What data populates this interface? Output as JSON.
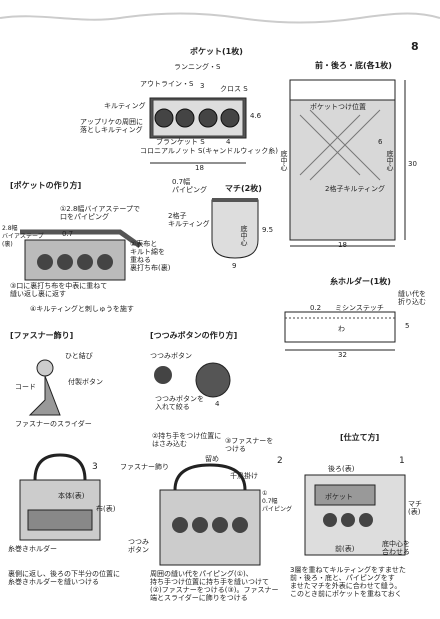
{
  "page_number": "8",
  "pocket": {
    "title": "ポケット(1枚)",
    "labels": {
      "running": "ランニング・S",
      "outline": "アウトライン・S",
      "cross": "クロス S",
      "quilting": "キルティング",
      "applique": "アップリケの周囲に\n落としキルティング",
      "blanket": "ブランケット S",
      "colonial": "コロニアルノット S(キャンドルウィック糸)"
    },
    "dims": {
      "w": "18",
      "h": "4.6",
      "a": "3",
      "b": "4"
    }
  },
  "front_back": {
    "title": "前・後ろ・底(各1枚)",
    "pocket_pos": "ポケットつけ位置",
    "grid_quilt": "2格子キルティング",
    "center": "底中心",
    "center2": "底中心",
    "w": "18",
    "h": "30",
    "six": "6"
  },
  "how_pocket": {
    "title": "[ポケットの作り方]",
    "step1": "①2.8幅バイアステープで\n口をパイピング",
    "step2": "②表布と\nキルト綿を\n重ねる\n裏打ち布(裏)",
    "step3": "③口に裏打ち布を中表に重ねて\n縫い返し裏に返す",
    "step4": "④キルティングと刺しゅうを施す",
    "bias": "2.8幅\nバイアステープ\n(裏)",
    "dim": "0.7"
  },
  "gusset": {
    "title": "マチ(2枚)",
    "piping": "0.7幅\nパイピング",
    "grid": "2格子\nキルティング",
    "center": "底中心",
    "w": "9",
    "h": "9.5"
  },
  "thread_holder": {
    "title": "糸ホルダー(1枚)",
    "machine": "ミシンステッチ",
    "fold": "縫い代を\n折り込む",
    "wa": "わ",
    "w": "32",
    "h": "5",
    "d": "0.2"
  },
  "fastener": {
    "title": "[ファスナー飾り]",
    "knot": "ひと結び",
    "cord": "コード",
    "button": "付製ボタン",
    "slider": "ファスナーのスライダー"
  },
  "covered_button": {
    "title": "[つつみボタンの作り方]",
    "button": "つつみボタン",
    "insert": "つつみボタンを\n入れて絞る",
    "dim": "4"
  },
  "assembly": {
    "title": "[仕立て方]",
    "s1": "3層を重ねてキルティングをすませた\n前・後ろ・底と、パイピングをす\nませたマチを外表に合わせて縫う。\nこのとき前にポケットを重ねておく",
    "back": "後ろ(表)",
    "pocket": "ポケット",
    "gusset": "マチ\n(表)",
    "front": "前(表)",
    "match": "底中心を\n合わせる",
    "s2": "周囲の縫い代をパイピング(①)、\n持ち手つけ位置に持ち手を縫いつけて\n(②)ファスナーをつける(③)。ファスナー\n端とスライダーに飾りをつける",
    "h1": "②持ち手をつけ位置に\nはさみ込む",
    "h2": "③ファスナーを\nつける",
    "fake": "ファスナー飾り",
    "cover": "つつみ\nボタン",
    "knot2": "留め",
    "handle": "千鳥掛け",
    "pipe": "①\n0.7幅\nパイピング",
    "s3": "裏側に返し、後ろの下半分の位置に\n糸巻きホルダーを縫いつける",
    "holder": "糸巻きホルダー",
    "b3": "布(表)",
    "dec": "本体(表)",
    "n1": "1",
    "n2": "2",
    "n3": "3"
  }
}
